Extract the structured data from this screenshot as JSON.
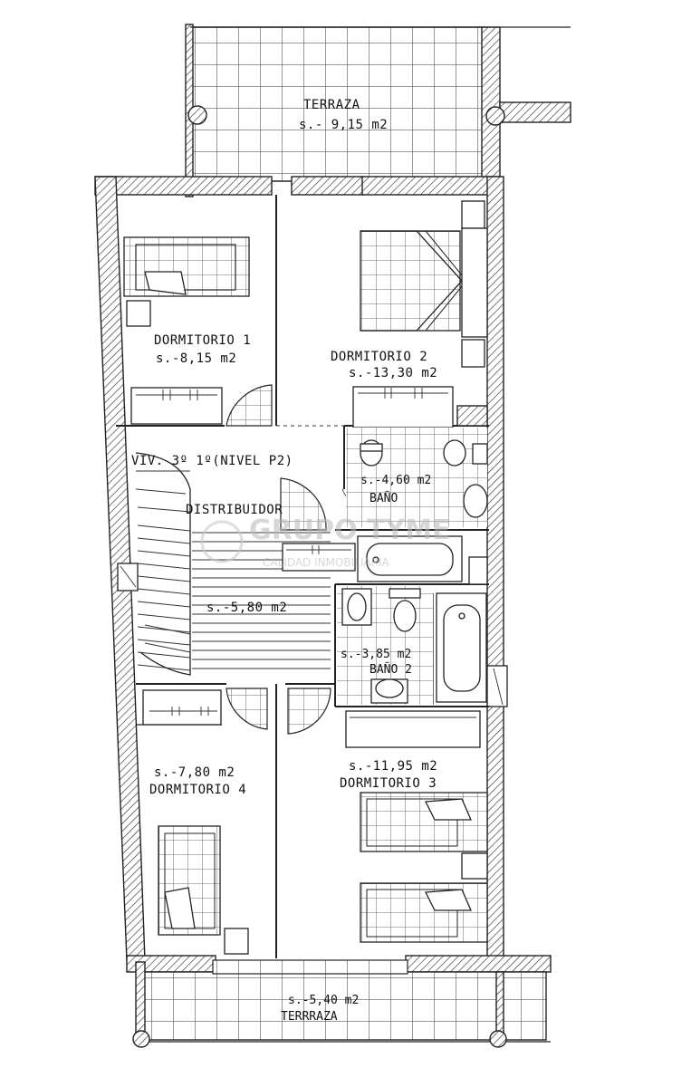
{
  "plan": {
    "rooms": {
      "terraza_top": {
        "name": "TERRAZA",
        "area": "s.- 9,15 m2"
      },
      "dormitorio_1": {
        "name": "DORMITORIO 1",
        "area": "s.-8,15 m2"
      },
      "dormitorio_2": {
        "name": "DORMITORIO 2",
        "area": "s.-13,30 m2"
      },
      "distribuidor": {
        "name": "DISTRIBUIDOR",
        "area": "s.-5,80 m2"
      },
      "bano": {
        "name": "BAÑO",
        "area": "s.-4,60 m2"
      },
      "bano_2": {
        "name": "BAÑO 2",
        "area": "s.-3,85 m2"
      },
      "dormitorio_4": {
        "name": "DORMITORIO 4",
        "area": "s.-7,80 m2"
      },
      "dormitorio_3": {
        "name": "DORMITORIO 3",
        "area": "s.-11,95 m2"
      },
      "terraza_bottom": {
        "name": "TERRRAZA",
        "area": "s.-5,40 m2"
      }
    },
    "unit_label": "VIV. 3º 1º(NIVEL P2)",
    "watermark": {
      "brand": "GRUPO TYME",
      "tagline": "CALIDAD INMOBILIARIA"
    }
  }
}
